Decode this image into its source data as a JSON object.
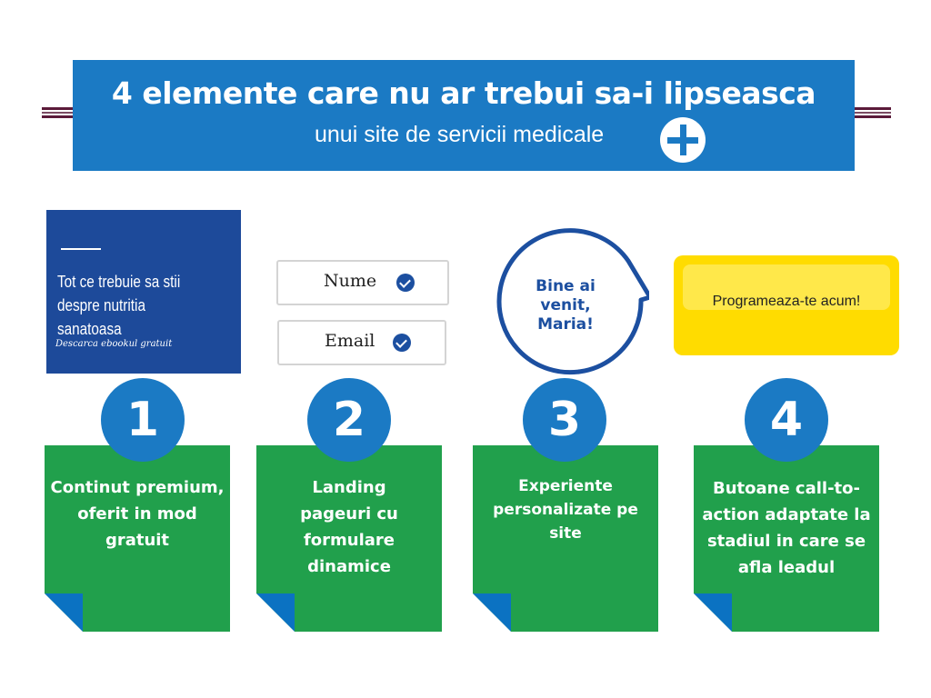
{
  "header": {
    "title": "4 elemente care nu ar trebui sa-i lipseasca",
    "subtitle": "unui site de servicii medicale",
    "icon": "plus-icon"
  },
  "colors": {
    "banner": "#1b7ac4",
    "card": "#21a04c",
    "ebook": "#1d4a9a",
    "cta": "#ffdc00",
    "accent_navy": "#1c4fa0"
  },
  "ebook": {
    "title": "Tot ce trebuie sa stii despre nutritia sanatoasa",
    "link": "Descarca ebookul gratuit"
  },
  "form": {
    "fields": [
      {
        "label": "Nume",
        "icon": "check-icon"
      },
      {
        "label": "Email",
        "icon": "check-icon"
      }
    ]
  },
  "bubble": {
    "text": "Bine ai venit, Maria!"
  },
  "cta": {
    "label": "Programeaza-te acum!"
  },
  "steps": [
    {
      "number": "1",
      "text": "Continut premium, oferit in mod gratuit"
    },
    {
      "number": "2",
      "text": "Landing pageuri cu formulare dinamice"
    },
    {
      "number": "3",
      "text": "Experiente personalizate pe site"
    },
    {
      "number": "4",
      "text": "Butoane call-to-action adaptate la stadiul in care se afla leadul"
    }
  ]
}
